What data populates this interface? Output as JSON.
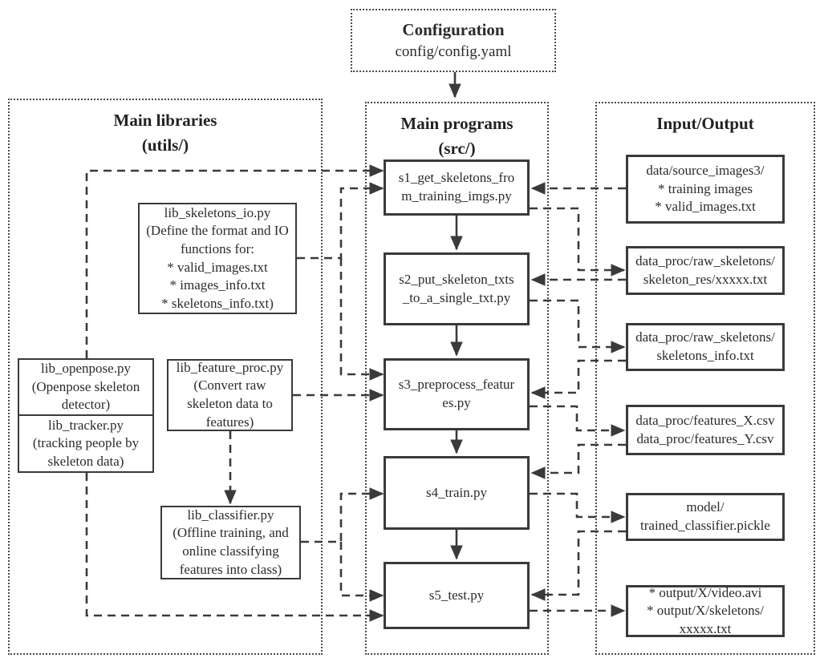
{
  "configuration": {
    "title": "Configuration",
    "path": "config/config.yaml"
  },
  "libraries": {
    "title": "Main libraries",
    "subtitle": "(utils/)",
    "skeletons_io": [
      "lib_skeletons_io.py",
      "(Define the format and IO",
      "functions for:",
      "* valid_images.txt",
      "* images_info.txt",
      "* skeletons_info.txt)"
    ],
    "openpose": [
      "lib_openpose.py",
      "(Openpose skeleton",
      "detector)"
    ],
    "tracker": [
      "lib_tracker.py",
      "(tracking people by",
      "skeleton data)"
    ],
    "feature_proc": [
      "lib_feature_proc.py",
      "(Convert raw",
      "skeleton data to",
      "features)"
    ],
    "classifier": [
      "lib_classifier.py",
      "(Offline training, and",
      "online classifying",
      "features into class)"
    ]
  },
  "programs": {
    "title": "Main programs",
    "subtitle": "(src/)",
    "s1": [
      "s1_get_skeletons_fro",
      "m_training_imgs.py"
    ],
    "s2": [
      "s2_put_skeleton_txts",
      "_to_a_single_txt.py"
    ],
    "s3": [
      "s3_preprocess_featur",
      "es.py"
    ],
    "s4": [
      "s4_train.py"
    ],
    "s5": [
      "s5_test.py"
    ]
  },
  "io": {
    "title": "Input/Output",
    "source_images": [
      "data/source_images3/",
      "* training images",
      "* valid_images.txt"
    ],
    "skeleton_res": [
      "data_proc/raw_skeletons/",
      "skeleton_res/xxxxx.txt"
    ],
    "skeletons_info": [
      "data_proc/raw_skeletons/",
      "skeletons_info.txt"
    ],
    "features": [
      "data_proc/features_X.csv",
      "data_proc/features_Y.csv"
    ],
    "model": [
      "model/",
      "trained_classifier.pickle"
    ],
    "output": [
      "* output/X/video.avi",
      "* output/X/skeletons/",
      "xxxxx.txt"
    ]
  },
  "colors": {
    "line": "#3a3a3a",
    "border": "#3a3a3a",
    "text": "#2b2b2b",
    "background": "#ffffff"
  },
  "connections": [
    {
      "from": "configuration",
      "to": "s1",
      "style": "solid"
    },
    {
      "from": "s1",
      "to": "s2",
      "style": "solid"
    },
    {
      "from": "s2",
      "to": "s3",
      "style": "solid"
    },
    {
      "from": "s3",
      "to": "s4",
      "style": "solid"
    },
    {
      "from": "s4",
      "to": "s5",
      "style": "solid"
    },
    {
      "from": "lib_openpose/lib_tracker",
      "to": "s1",
      "style": "dashed"
    },
    {
      "from": "lib_openpose/lib_tracker",
      "to": "s5",
      "style": "dashed"
    },
    {
      "from": "lib_skeletons_io",
      "to": "s1",
      "style": "dashed"
    },
    {
      "from": "lib_skeletons_io",
      "to": "s3",
      "style": "dashed"
    },
    {
      "from": "lib_feature_proc",
      "to": "s3",
      "style": "dashed"
    },
    {
      "from": "lib_feature_proc",
      "to": "lib_classifier",
      "style": "dashed"
    },
    {
      "from": "lib_classifier",
      "to": "s4",
      "style": "dashed"
    },
    {
      "from": "lib_classifier",
      "to": "s5",
      "style": "dashed"
    },
    {
      "from": "data/source_images3",
      "to": "s1",
      "style": "dashed"
    },
    {
      "from": "s1",
      "to": "skeleton_res",
      "style": "dashed"
    },
    {
      "from": "skeleton_res",
      "to": "s2",
      "style": "dashed"
    },
    {
      "from": "s2",
      "to": "skeletons_info",
      "style": "dashed"
    },
    {
      "from": "skeletons_info",
      "to": "s3",
      "style": "dashed"
    },
    {
      "from": "s3",
      "to": "features_csv",
      "style": "dashed"
    },
    {
      "from": "features_csv",
      "to": "s4",
      "style": "dashed"
    },
    {
      "from": "s4",
      "to": "model",
      "style": "dashed"
    },
    {
      "from": "model",
      "to": "s5",
      "style": "dashed"
    },
    {
      "from": "s5",
      "to": "output",
      "style": "dashed"
    }
  ]
}
